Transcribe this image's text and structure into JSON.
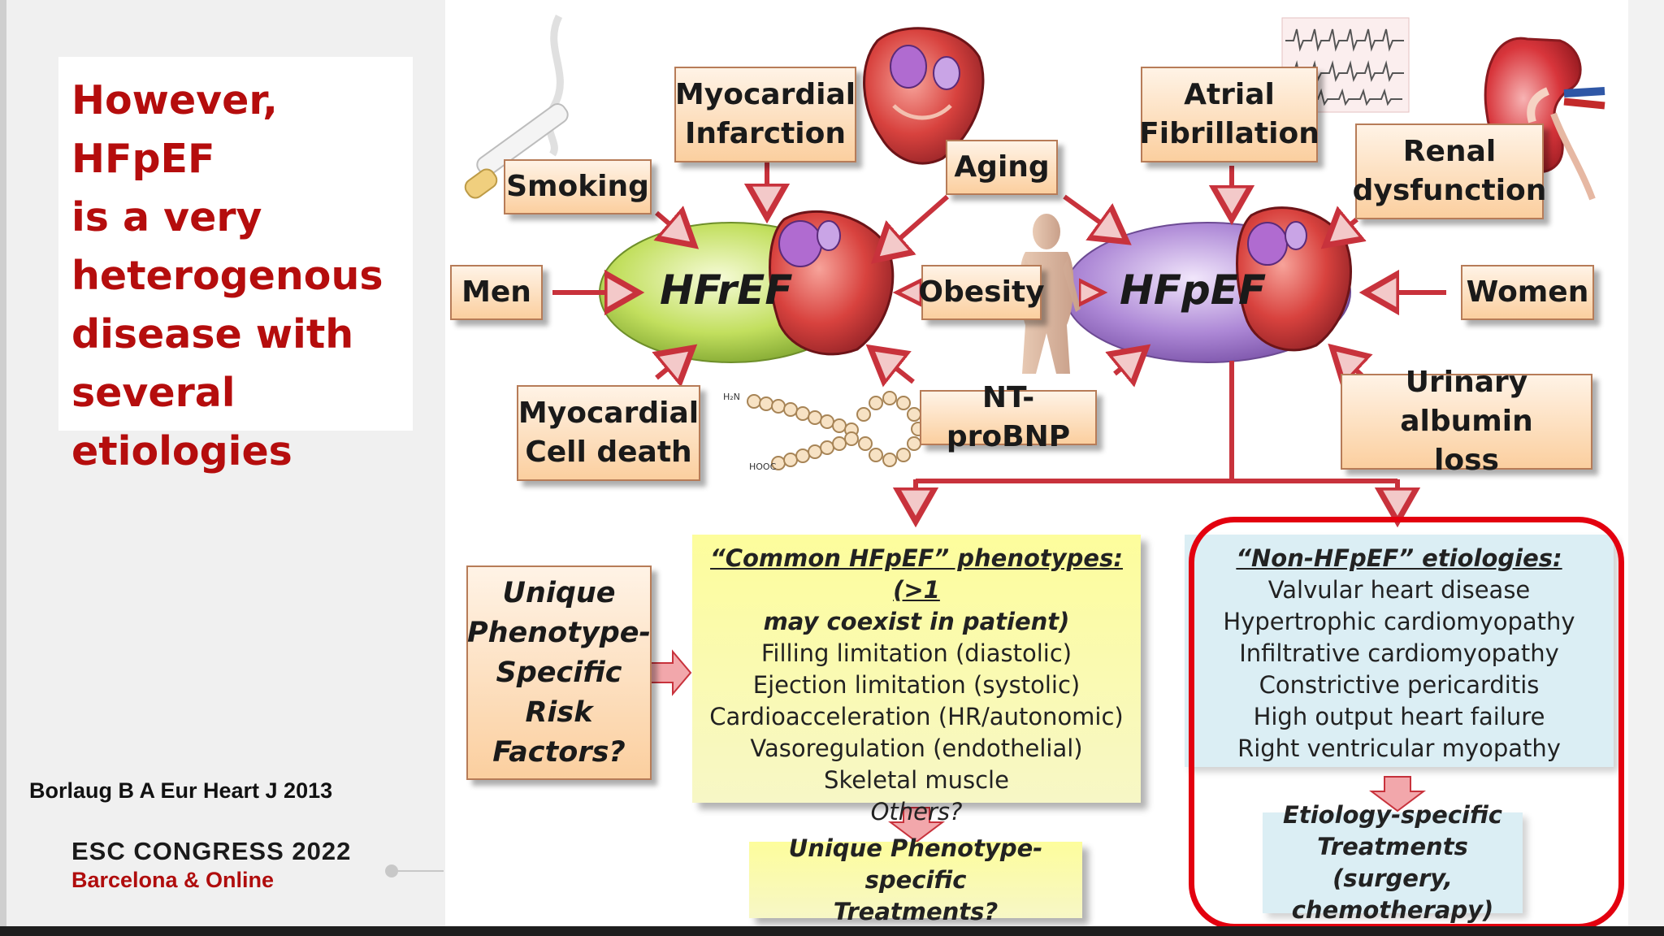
{
  "slide": {
    "headline": "However, HFpEF\nis a very\nheterogenous\ndisease with\nseveral\netiologies",
    "citation": "Borlaug B A Eur Heart J 2013",
    "congress": "ESC CONGRESS 2022",
    "congress_sub": "Barcelona & Online"
  },
  "diagram": {
    "factors": {
      "smoking": "Smoking",
      "mi": "Myocardial\nInfarction",
      "aging": "Aging",
      "af": "Atrial\nFibrillation",
      "renal": "Renal\ndysfunction",
      "men": "Men",
      "obesity": "Obesity",
      "women": "Women",
      "cell_death": "Myocardial\nCell death",
      "ntprobnp": "NT-proBNP",
      "albumin": "Urinary albumin\nloss"
    },
    "hfref": "HFrEF",
    "hfpef": "HFpEF",
    "molecule_h2n": "H₂N",
    "molecule_hooc": "HOOC",
    "unique_risk": "Unique\nPhenotype-\nSpecific\nRisk\nFactors?",
    "common": {
      "heading": "“Common HFpEF” phenotypes: (>1",
      "heading2": "may coexist in patient)",
      "items": [
        "Filling limitation (diastolic)",
        "Ejection limitation (systolic)",
        "Cardioacceleration (HR/autonomic)",
        "Vasoregulation (endothelial)",
        "Skeletal muscle"
      ],
      "others": "Others?"
    },
    "unique_treatments": "Unique Phenotype-specific\nTreatments?",
    "non": {
      "heading": "“Non-HFpEF” etiologies:",
      "items": [
        "Valvular heart disease",
        "Hypertrophic cardiomyopathy",
        "Infiltrative cardiomyopathy",
        "Constrictive pericarditis",
        "High output heart failure",
        "Right ventricular myopathy"
      ]
    },
    "etiology_treatments": "Etiology-specific\nTreatments (surgery,\nchemotherapy)"
  },
  "colors": {
    "headline": "#b50d0d",
    "arrow": "#c8323c",
    "highlight_frame": "#e3000f",
    "hfref_fill": "#b5d84a",
    "hfpef_fill": "#a77fd0"
  }
}
